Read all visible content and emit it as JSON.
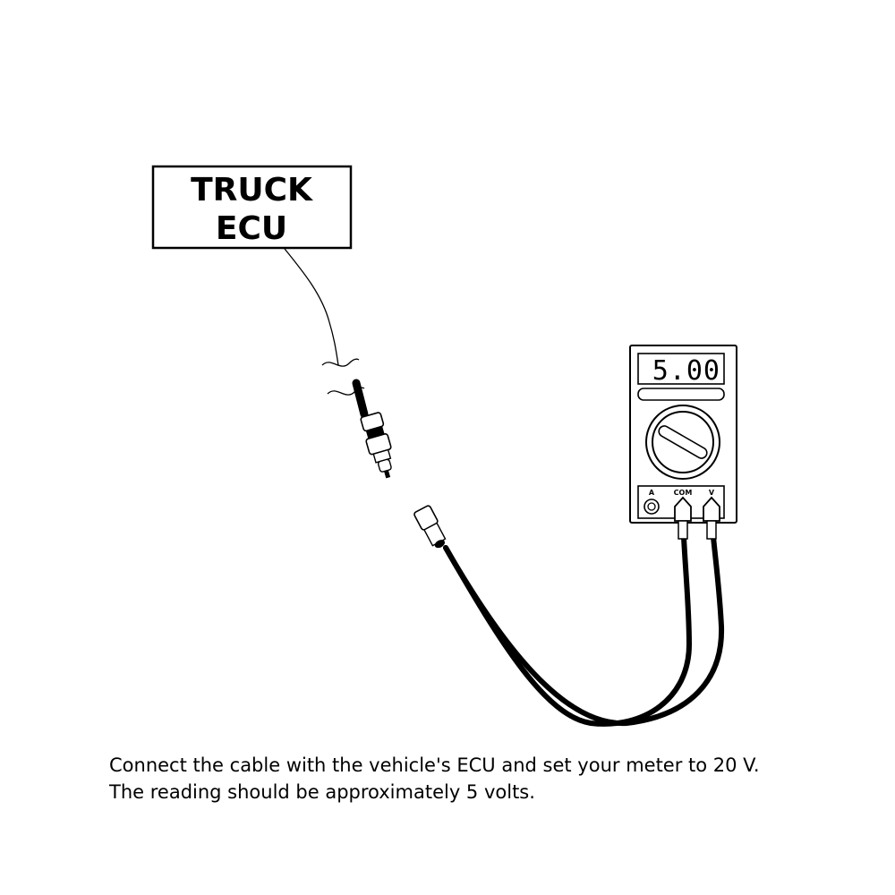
{
  "ecu_box": {
    "line1": "TRUCK",
    "line2": "ECU"
  },
  "multimeter": {
    "reading": "5.00",
    "ports": {
      "a": "A",
      "com": "COM",
      "v": "V"
    }
  },
  "instructions": {
    "line1": "Connect the cable with the vehicle's ECU and set your meter to 20 V.",
    "line2": "The reading should be approximately 5 volts."
  }
}
